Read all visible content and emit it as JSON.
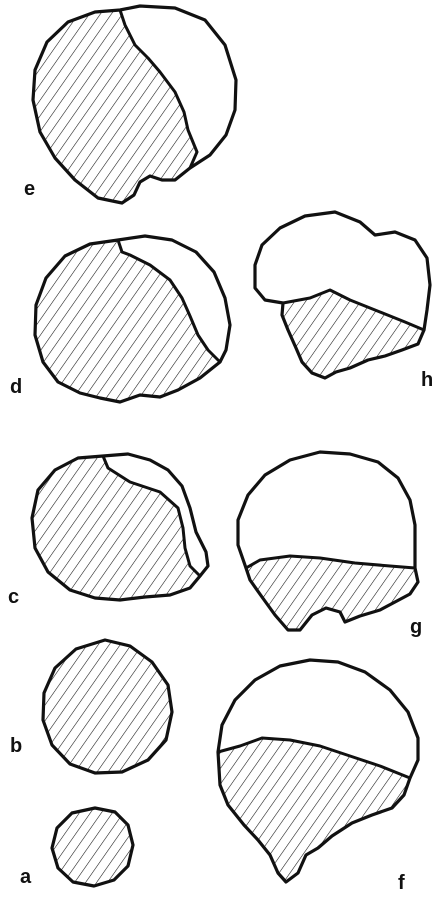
{
  "figure": {
    "colors": {
      "ink": "#111111",
      "background": "#ffffff"
    },
    "panels": [
      {
        "id": "a",
        "label": "a"
      },
      {
        "id": "b",
        "label": "b"
      },
      {
        "id": "c",
        "label": "c"
      },
      {
        "id": "d",
        "label": "d"
      },
      {
        "id": "e",
        "label": "e"
      },
      {
        "id": "f",
        "label": "f"
      },
      {
        "id": "g",
        "label": "g"
      },
      {
        "id": "h",
        "label": "h"
      }
    ]
  }
}
